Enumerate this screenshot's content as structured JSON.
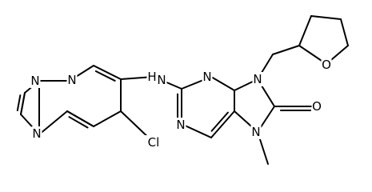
{
  "molecule": {
    "atoms": [
      {
        "id": "n_tz1",
        "symbol": "N"
      },
      {
        "id": "n_tz2",
        "symbol": "N"
      },
      {
        "id": "n_tz3",
        "symbol": "N"
      },
      {
        "id": "n_amine",
        "symbol": "H"
      },
      {
        "id": "n_amine_n",
        "symbol": "N"
      },
      {
        "id": "cl",
        "symbol": "Cl"
      },
      {
        "id": "n_pur1",
        "symbol": "N"
      },
      {
        "id": "n_pur3",
        "symbol": "N"
      },
      {
        "id": "n9",
        "symbol": "N"
      },
      {
        "id": "n7",
        "symbol": "N"
      },
      {
        "id": "o_carbonyl",
        "symbol": "O"
      },
      {
        "id": "o_thf",
        "symbol": "O"
      }
    ],
    "colors": {
      "bond": "#000000",
      "label": "#000000",
      "background": "#ffffff"
    }
  }
}
